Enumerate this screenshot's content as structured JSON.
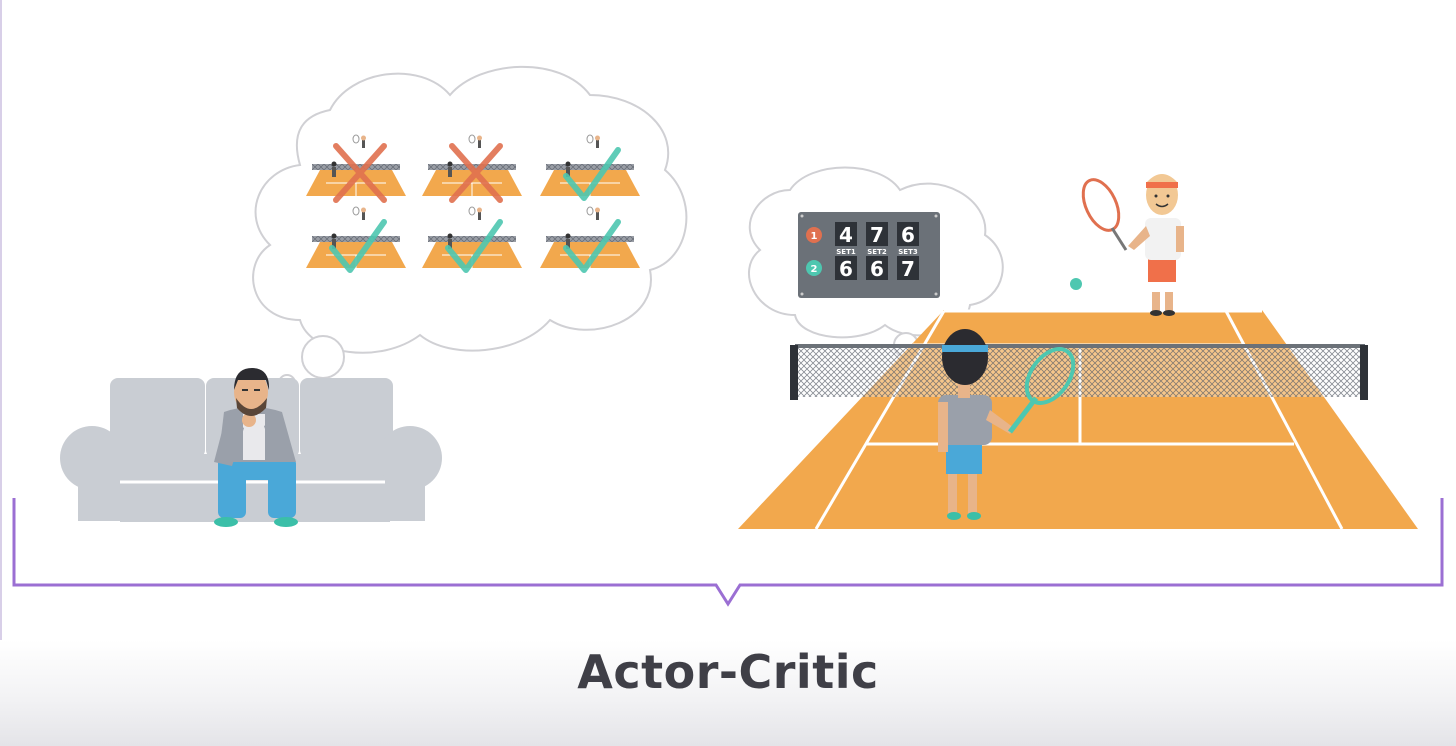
{
  "caption": "Actor-Critic",
  "scoreboard": {
    "players": [
      "1",
      "2"
    ],
    "set_labels": [
      "SET1",
      "SET2",
      "SET3"
    ],
    "player1_scores": [
      "4",
      "7",
      "6"
    ],
    "player2_scores": [
      "6",
      "6",
      "7"
    ]
  },
  "thought_outcomes": [
    "fail",
    "fail",
    "success",
    "success",
    "success",
    "success"
  ],
  "colors": {
    "court": "#f2a84d",
    "bracket": "#9b6fd3",
    "fail_mark": "#e0704f",
    "success_mark": "#4ec7b0",
    "couch": "#c9cdd3",
    "caption": "#3f3f47"
  }
}
